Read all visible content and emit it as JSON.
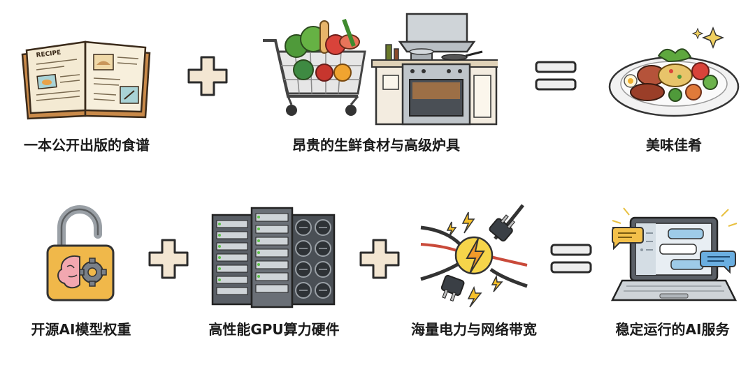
{
  "row1": {
    "items": [
      {
        "caption": "一本公开出版的食谱",
        "icon": "recipe-book-icon",
        "book_label": "RECIPE"
      },
      {
        "caption": "昂贵的生鲜食材与高级炉具",
        "icon": "grocery-cart-and-stove-icon"
      },
      {
        "caption": "美味佳肴",
        "icon": "plated-meal-icon"
      }
    ]
  },
  "row2": {
    "items": [
      {
        "caption": "开源AI模型权重",
        "icon": "open-lock-brain-icon"
      },
      {
        "caption": "高性能GPU算力硬件",
        "icon": "gpu-server-rack-icon"
      },
      {
        "caption": "海量电力与网络带宽",
        "icon": "power-plug-lightning-icon"
      },
      {
        "caption": "稳定运行的AI服务",
        "icon": "laptop-chat-icon"
      }
    ]
  },
  "colors": {
    "plus_fill": "#f3e6d2",
    "plus_stroke": "#2b2b2b",
    "equals_fill": "#eeeeee",
    "caption_text": "#1a1a1a"
  }
}
